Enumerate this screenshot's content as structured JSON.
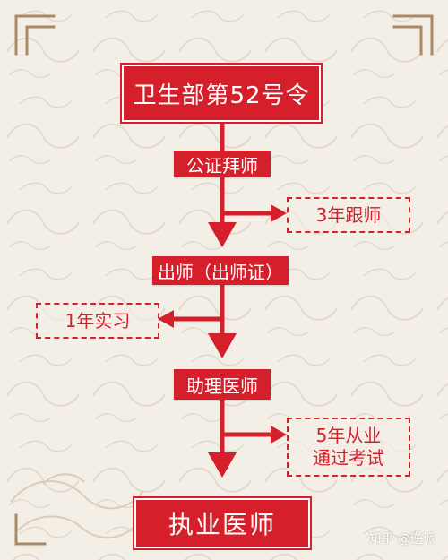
{
  "diagram": {
    "title": "卫生部第52号令",
    "steps": [
      "公证拜师",
      "出师（出师证）",
      "助理医师"
    ],
    "side_notes": [
      "3年跟师",
      "1年实习",
      "5年从业",
      "通过考试"
    ],
    "final": "执业医师"
  },
  "watermark": "知乎 @逆派",
  "colors": {
    "accent": "#d51f2b",
    "background": "#f3eee6",
    "ornament": "#a88a66"
  }
}
